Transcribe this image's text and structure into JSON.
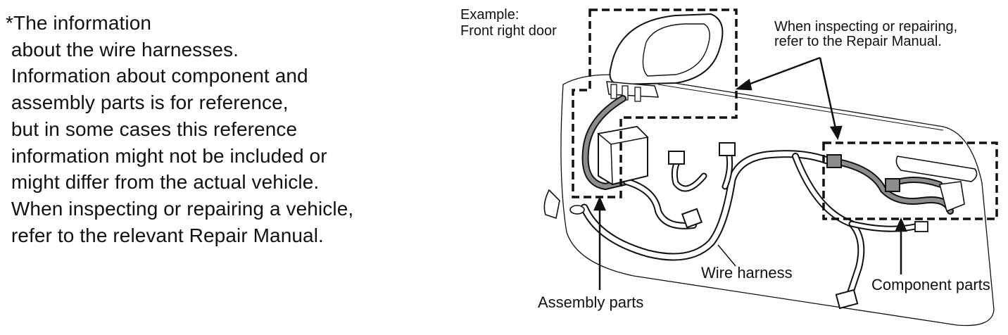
{
  "note": {
    "lines": [
      "*The information",
      " about the wire harnesses.",
      " Information about component and",
      " assembly parts is for reference,",
      " but in some cases this reference",
      " information might not be included or",
      " might differ from the actual vehicle.",
      " When inspecting or repairing a vehicle,",
      " refer to the relevant Repair Manual."
    ]
  },
  "diagram": {
    "example_label_1": "Example:",
    "example_label_2": "Front right door",
    "repair_label_1": "When inspecting or repairing,",
    "repair_label_2": "refer to the Repair Manual.",
    "wire_harness_label": "Wire harness",
    "assembly_parts_label": "Assembly parts",
    "component_parts_label": "Component parts"
  }
}
